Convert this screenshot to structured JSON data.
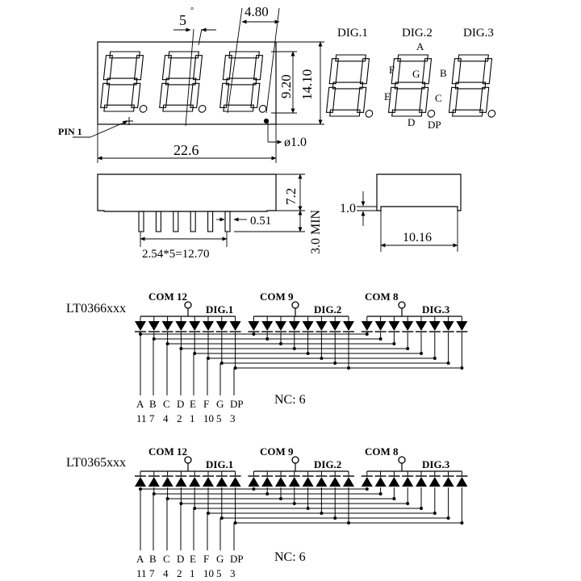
{
  "top_view": {
    "angle_label": "5",
    "angle_unit": "°",
    "digit_pitch": "4.80",
    "segment_height": "9.20",
    "body_height": "14.10",
    "body_width": "22.6",
    "pin_hole": "ø1.0",
    "pin1_label": "PIN 1"
  },
  "digit_key": {
    "digits": [
      "DIG.1",
      "DIG.2",
      "DIG.3"
    ],
    "segments": {
      "a": "A",
      "b": "B",
      "c": "C",
      "d": "D",
      "e": "E",
      "f": "F",
      "g": "G",
      "dp": "DP"
    }
  },
  "side_view": {
    "body_thickness": "7.2",
    "lead_length": "3.0 MIN",
    "lead_width": "0.51",
    "pitch_total": "2.54*5=12.70"
  },
  "end_view": {
    "step": "1.0",
    "width": "10.16"
  },
  "schematics": [
    {
      "part": "LT0366xxx",
      "polarity": "down",
      "commons": [
        {
          "label": "COM 12",
          "digit": "DIG.1"
        },
        {
          "label": "COM 9",
          "digit": "DIG.2"
        },
        {
          "label": "COM 8",
          "digit": "DIG.3"
        }
      ],
      "segments": [
        "A",
        "B",
        "C",
        "D",
        "E",
        "F",
        "G",
        "DP"
      ],
      "pins": [
        "11",
        "7",
        "4",
        "2",
        "1",
        "10",
        "5",
        "3"
      ],
      "nc": "NC: 6"
    },
    {
      "part": "LT0365xxx",
      "polarity": "up",
      "commons": [
        {
          "label": "COM 12",
          "digit": "DIG.1"
        },
        {
          "label": "COM 9",
          "digit": "DIG.2"
        },
        {
          "label": "COM 8",
          "digit": "DIG.3"
        }
      ],
      "segments": [
        "A",
        "B",
        "C",
        "D",
        "E",
        "F",
        "G",
        "DP"
      ],
      "pins": [
        "11",
        "7",
        "4",
        "2",
        "1",
        "10",
        "5",
        "3"
      ],
      "nc": "NC: 6"
    }
  ]
}
